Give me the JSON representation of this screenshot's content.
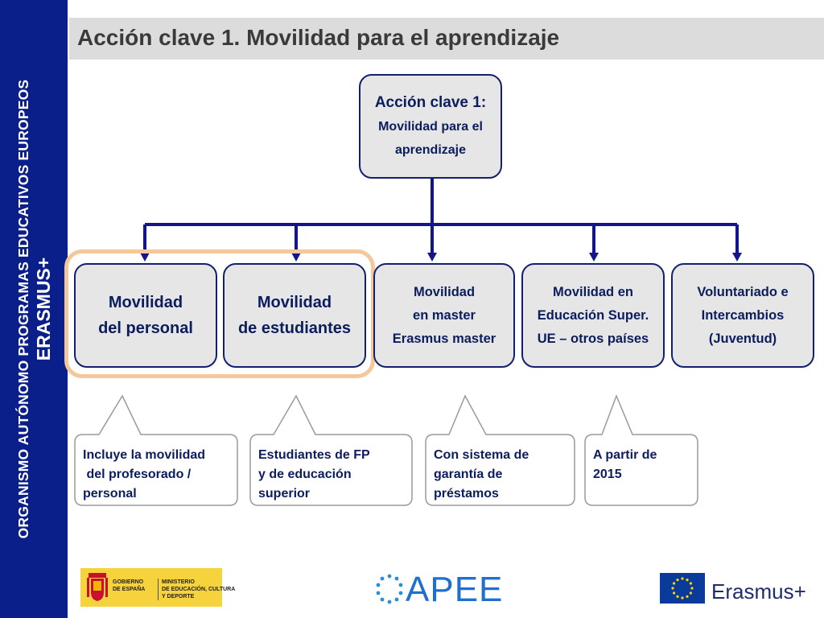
{
  "sidebar": {
    "org_text": "ORGANISMO AUTÓNOMO PROGRAMAS EDUCATIVOS EUROPEOS",
    "brand": "ERASMUS+"
  },
  "header": {
    "title": "Acción clave 1. Movilidad para el aprendizaje"
  },
  "diagram": {
    "root": {
      "line1": "Acción clave 1:",
      "line2": "Movilidad para el",
      "line3": "aprendizaje"
    },
    "children": [
      {
        "lines": [
          "Movilidad",
          "del personal"
        ]
      },
      {
        "lines": [
          "Movilidad",
          "de estudiantes"
        ]
      },
      {
        "lines": [
          "Movilidad",
          "en master",
          "Erasmus master"
        ]
      },
      {
        "lines": [
          "Movilidad en",
          "Educación Super.",
          "UE – otros países"
        ]
      },
      {
        "lines": [
          "Voluntariado e",
          "Intercambios",
          "(Juventud)"
        ]
      }
    ],
    "callouts": [
      {
        "lines": [
          "Incluye la movilidad",
          " del profesorado /",
          "personal"
        ]
      },
      {
        "lines": [
          "Estudiantes de FP",
          "y de educación",
          "superior"
        ]
      },
      {
        "lines": [
          "Con sistema de",
          "garantía de",
          "préstamos"
        ]
      },
      {
        "lines": [
          "A partir de",
          "2015"
        ]
      }
    ],
    "colors": {
      "connector": "#14148c",
      "box_border": "#14206e",
      "box_fill": "#e6e6e6",
      "highlight": "#f4c89a"
    }
  },
  "footer": {
    "gov_logo": {
      "line1": "GOBIERNO",
      "line2": "DE ESPAÑA"
    },
    "ministry": {
      "line1": "MINISTERIO",
      "line2": "DE EDUCACIÓN, CULTURA",
      "line3": "Y DEPORTE"
    },
    "apee": "APEE",
    "erasmus": "Erasmus+"
  }
}
